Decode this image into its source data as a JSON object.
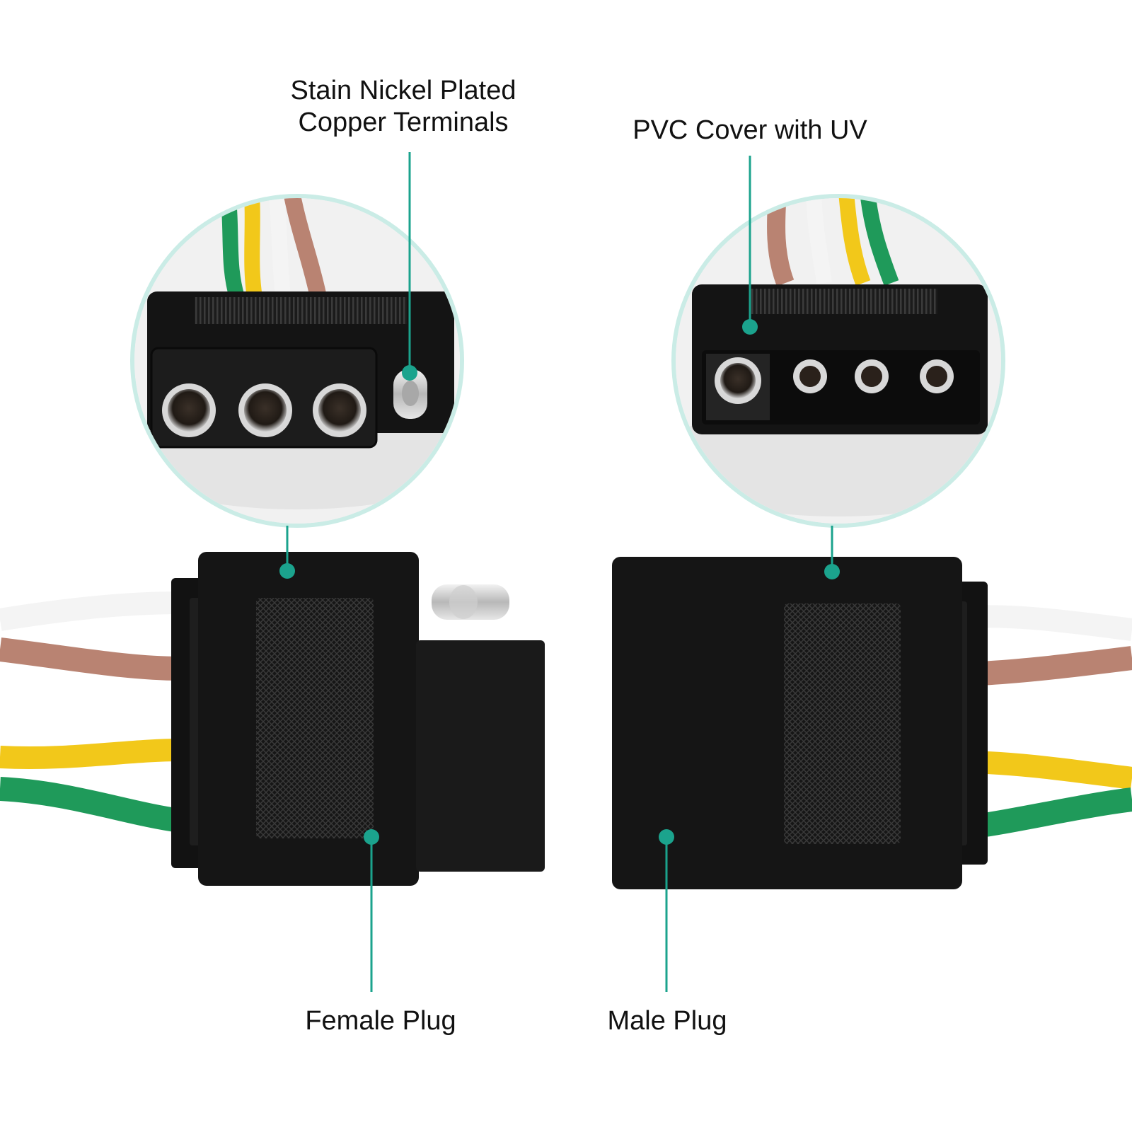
{
  "callouts": {
    "terminals": {
      "line1": "Stain Nickel Plated",
      "line2": "Copper Terminals"
    },
    "cover": {
      "text": "PVC Cover with UV"
    },
    "female": {
      "text": "Female Plug"
    },
    "male": {
      "text": "Male Plug"
    }
  },
  "colors": {
    "accent": "#1ba38d",
    "housing": "#111111",
    "wire_white": "#f4f4f4",
    "wire_brown": "#b98372",
    "wire_yellow": "#f2c81a",
    "wire_green": "#1f9a5a",
    "terminal_metal": "#c9c9c9"
  }
}
